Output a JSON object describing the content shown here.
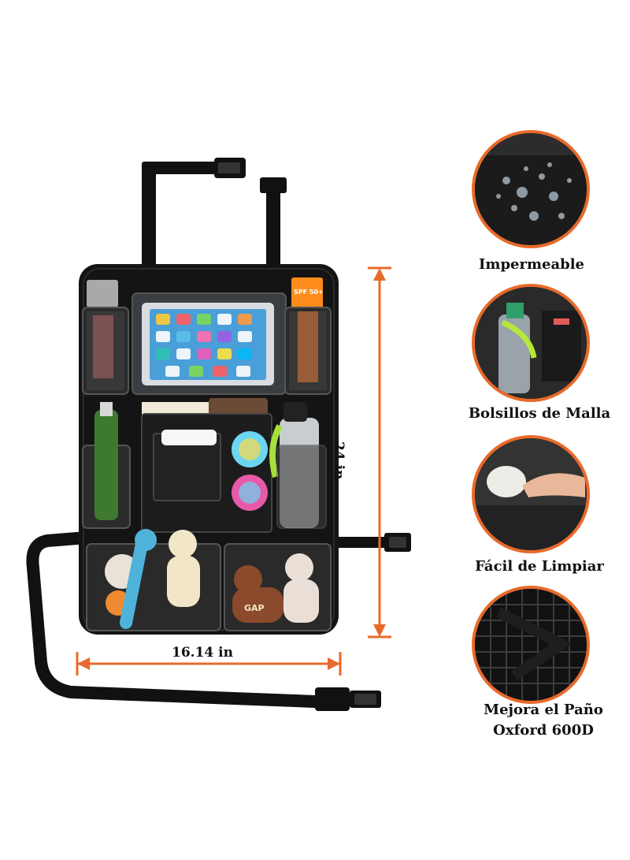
{
  "dimensions": {
    "height_label": "24 in",
    "width_label": "16.14 in"
  },
  "features": [
    {
      "label": "Impermeable",
      "icon": "water-droplets-icon"
    },
    {
      "label": "Bolsillos de Malla",
      "icon": "mesh-pocket-icon"
    },
    {
      "label": "Fácil de Limpiar",
      "icon": "cleaning-hand-icon"
    },
    {
      "label_line1": "Mejora el Paño",
      "label_line2": "Oxford 600D",
      "icon": "oxford-fabric-icon"
    }
  ],
  "product_print": {
    "sunscreen_label": "SPF 50+",
    "toy_print": "GAP"
  },
  "colors": {
    "accent": "#e86a2a",
    "organizer": "#141414"
  }
}
